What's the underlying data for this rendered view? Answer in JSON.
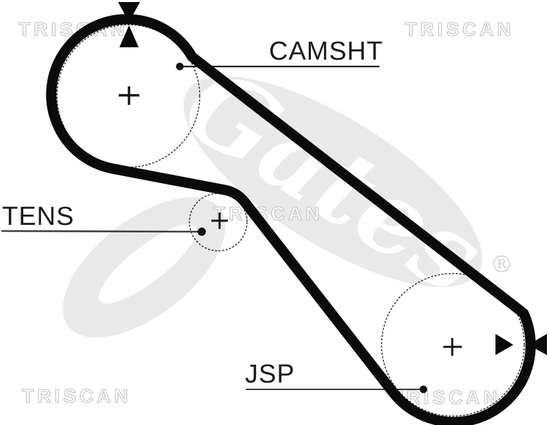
{
  "diagram": {
    "camshaft_label": "CAMSHT",
    "tensioner_label": "TENS",
    "pump_label": "JSP"
  },
  "watermarks": {
    "brand": "TRISCAN",
    "logo_script": "Gates",
    "registered_symbol": "®"
  },
  "colors": {
    "belt": "#0b0b0b",
    "label_text": "#1b1b1b",
    "leader_line": "#3d3d3d",
    "pulley_outline": "#222222",
    "watermark_outline": "#c9c9c9",
    "logo_fill": "#e9e9e9"
  }
}
